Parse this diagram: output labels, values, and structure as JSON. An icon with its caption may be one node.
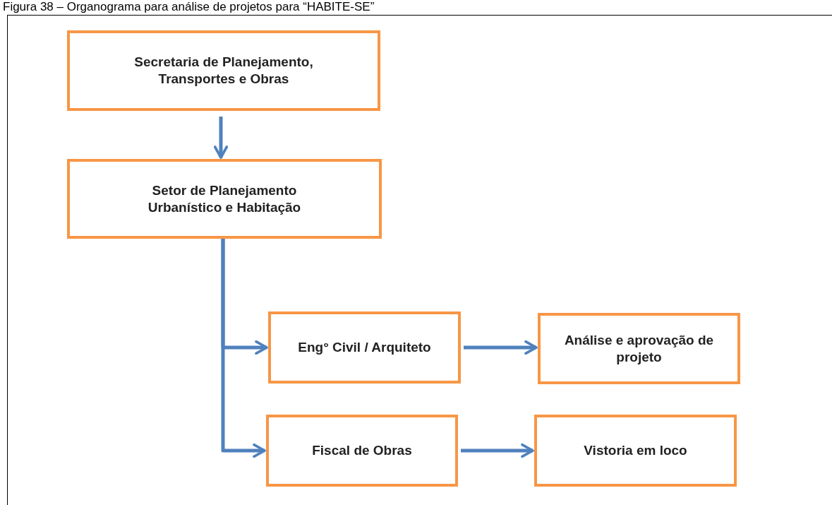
{
  "diagram": {
    "title": "Figura 38 – Organograma para análise de projetos para “HABITE-SE”",
    "nodes": [
      {
        "text": [
          "Secretaria de Planejamento, Transportes e Obras"
        ]
      },
      {
        "text": [
          "Setor de Planejamento Urbanístico e Habitação"
        ]
      },
      {
        "text": [
          "Eng° Civil / Arquiteto"
        ]
      },
      {
        "text": [
          "Análise e aprovação de projeto"
        ]
      },
      {
        "text": [
          "Fiscal de Obras"
        ]
      },
      {
        "text": [
          "Vistoria em loco"
        ]
      }
    ],
    "edges": [
      {
        "from": 0,
        "to": 1,
        "arrow": "to"
      },
      {
        "from": 1,
        "to": 2,
        "arrow": "to"
      },
      {
        "from": 1,
        "to": 4,
        "arrow": "to"
      },
      {
        "from": 2,
        "to": 3,
        "arrow": "to"
      },
      {
        "from": 4,
        "to": 5,
        "arrow": "to"
      }
    ]
  }
}
